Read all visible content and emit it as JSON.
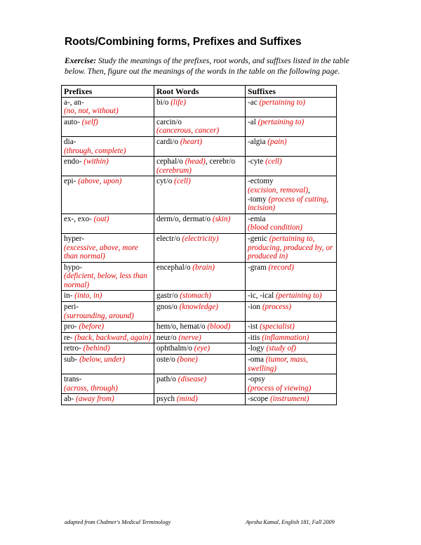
{
  "title": "Roots/Combining forms, Prefixes and Suffixes",
  "intro": {
    "label": "Exercise:",
    "text": " Study the meanings of the prefixes, root words, and suffixes listed in the table below.  Then, figure out the meanings of the words in the table on the following page."
  },
  "table": {
    "headers": [
      "Prefixes",
      "Root Words",
      "Suffixes"
    ],
    "rows": [
      [
        [
          {
            "t": "a-, an-"
          },
          {
            "br": true
          },
          {
            "m": "(no, not, without)"
          }
        ],
        [
          {
            "t": "bi/o "
          },
          {
            "m": "(life)"
          }
        ],
        [
          {
            "t": "-ac "
          },
          {
            "m": "(pertaining to)"
          }
        ]
      ],
      [
        [
          {
            "t": "auto- "
          },
          {
            "m": "(self)"
          }
        ],
        [
          {
            "t": "carcin/o"
          },
          {
            "br": true
          },
          {
            "m": "(cancerous, cancer)"
          }
        ],
        [
          {
            "t": "-al "
          },
          {
            "m": "(pertaining to)"
          }
        ]
      ],
      [
        [
          {
            "t": "dia-"
          },
          {
            "br": true
          },
          {
            "m": "(through, complete)"
          }
        ],
        [
          {
            "t": "cardi/o "
          },
          {
            "m": "(heart)"
          }
        ],
        [
          {
            "t": "-algia "
          },
          {
            "m": "(pain)"
          }
        ]
      ],
      [
        [
          {
            "t": "endo- "
          },
          {
            "m": "(within)"
          }
        ],
        [
          {
            "t": "cephal/o "
          },
          {
            "m": "(head)"
          },
          {
            "t": ", cerebr/o"
          },
          {
            "br": true
          },
          {
            "m": "(cerebrum)"
          }
        ],
        [
          {
            "t": "-cyte "
          },
          {
            "m": "(cell)"
          }
        ]
      ],
      [
        [
          {
            "t": "epi- "
          },
          {
            "m": "(above, upon)"
          }
        ],
        [
          {
            "t": "cyt/o "
          },
          {
            "m": "(cell)"
          }
        ],
        [
          {
            "t": "-ectomy"
          },
          {
            "br": true
          },
          {
            "m": "(excision, removal)"
          },
          {
            "t": ","
          },
          {
            "br": true
          },
          {
            "t": "-tomy "
          },
          {
            "m": "(process of cutting, incision)"
          }
        ]
      ],
      [
        [
          {
            "t": "ex-, exo- "
          },
          {
            "m": "(out)"
          }
        ],
        [
          {
            "t": "derm/o, dermat/o "
          },
          {
            "m": "(skin)"
          }
        ],
        [
          {
            "t": "-emia"
          },
          {
            "br": true
          },
          {
            "m": "(blood condition)"
          }
        ]
      ],
      [
        [
          {
            "t": "hyper-"
          },
          {
            "br": true
          },
          {
            "m": "(excessive, above, more than normal)"
          }
        ],
        [
          {
            "t": "electr/o "
          },
          {
            "m": "(electricity)"
          }
        ],
        [
          {
            "t": "-genic "
          },
          {
            "m": "(pertaining to, producing, produced by, or produced in)"
          }
        ]
      ],
      [
        [
          {
            "t": "hypo-"
          },
          {
            "br": true
          },
          {
            "m": "(deficient, below, less than normal)"
          }
        ],
        [
          {
            "t": "encephal/o "
          },
          {
            "m": "(brain)"
          }
        ],
        [
          {
            "t": "-gram "
          },
          {
            "m": "(record)"
          }
        ]
      ],
      [
        [
          {
            "t": "in- "
          },
          {
            "m": "(into, in)"
          }
        ],
        [
          {
            "t": "gastr/o "
          },
          {
            "m": "(stomach)"
          }
        ],
        [
          {
            "t": "-ic, -ical "
          },
          {
            "m": "(pertaining to)"
          }
        ]
      ],
      [
        [
          {
            "t": "peri-"
          },
          {
            "br": true
          },
          {
            "m": "(surrounding, around)"
          }
        ],
        [
          {
            "t": "gnos/o "
          },
          {
            "m": "(knowledge)"
          }
        ],
        [
          {
            "t": "-ion "
          },
          {
            "m": "(process)"
          }
        ]
      ],
      [
        [
          {
            "t": "pro- "
          },
          {
            "m": "(before)"
          }
        ],
        [
          {
            "t": "hem/o, hemat/o "
          },
          {
            "m": "(blood)"
          }
        ],
        [
          {
            "t": "-ist "
          },
          {
            "m": "(specialist)"
          }
        ]
      ],
      [
        [
          {
            "t": "re- "
          },
          {
            "m": "(back, backward, again)"
          }
        ],
        [
          {
            "t": "neur/o "
          },
          {
            "m": "(nerve)"
          }
        ],
        [
          {
            "t": "-itis "
          },
          {
            "m": "(inflammation)"
          }
        ]
      ],
      [
        [
          {
            "t": "retro- "
          },
          {
            "m": "(behind)"
          }
        ],
        [
          {
            "t": "ophthalm/o "
          },
          {
            "m": "(eye)"
          }
        ],
        [
          {
            "t": "-logy "
          },
          {
            "m": "(study of)"
          }
        ]
      ],
      [
        [
          {
            "t": "sub- "
          },
          {
            "m": "(below, under)"
          }
        ],
        [
          {
            "t": "oste/o "
          },
          {
            "m": "(bone)"
          }
        ],
        [
          {
            "t": "-oma "
          },
          {
            "m": "(tumor, mass, swelling)"
          }
        ]
      ],
      [
        [
          {
            "t": "trans-"
          },
          {
            "br": true
          },
          {
            "m": "(across, through)"
          }
        ],
        [
          {
            "t": "path/o "
          },
          {
            "m": "(disease)"
          }
        ],
        [
          {
            "t": "-opsy"
          },
          {
            "br": true
          },
          {
            "m": "(process of viewing)"
          }
        ]
      ],
      [
        [
          {
            "t": "ab- "
          },
          {
            "m": "(away from)"
          }
        ],
        [
          {
            "t": "psych "
          },
          {
            "m": "(mind)"
          }
        ],
        [
          {
            "t": "-scope "
          },
          {
            "m": "(instrument)"
          }
        ]
      ]
    ]
  },
  "footer": {
    "left": "adapted from Chabner's Medical Terminology",
    "right": "Ayesha Kamal, English 181, Fall 2009"
  },
  "colors": {
    "meaning": "#e00000",
    "text": "#000000"
  }
}
